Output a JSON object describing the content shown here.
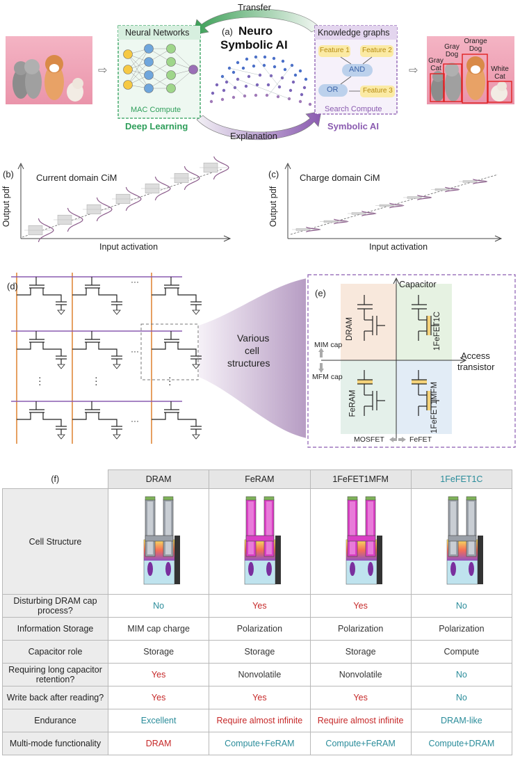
{
  "panel_a": {
    "label": "(a)",
    "title_line1": "Neuro",
    "title_line2": "Symbolic AI",
    "transfer": "Transfer",
    "explanation": "Explanation",
    "nn_title": "Neural Networks",
    "nn_sub": "MAC Compute",
    "dl_label": "Deep Learning",
    "kg_title": "Knowledge graphs",
    "kg_sub": "Search Compute",
    "sym_label": "Symbolic AI",
    "feature1": "Feature 1",
    "feature2": "Feature 2",
    "feature3": "Feature 3",
    "and": "AND",
    "or": "OR",
    "pet_labels": [
      "Gray Cat",
      "Gray Dog",
      "Orange Dog",
      "White Cat"
    ],
    "colors": {
      "green": "#2e9e5a",
      "purple": "#8a5bb0"
    }
  },
  "panel_b": {
    "label": "(b)",
    "title": "Current domain CiM",
    "ylabel": "Output pdf",
    "xlabel": "Input activation"
  },
  "panel_c": {
    "label": "(c)",
    "title": "Charge domain CiM",
    "ylabel": "Output pdf",
    "xlabel": "Input activation"
  },
  "panel_d": {
    "label": "(d)",
    "caption_line1": "Various",
    "caption_line2": "cell",
    "caption_line3": "structures",
    "ellipsis": "···"
  },
  "panel_e": {
    "label": "(e)",
    "capacitor": "Capacitor",
    "access_line1": "Access",
    "access_line2": "transistor",
    "mim": "MIM cap",
    "mfm": "MFM cap",
    "mosfet": "MOSFET",
    "fefet": "FeFET",
    "q_dram": "DRAM",
    "q_1fefet1c": "1FeFET1C",
    "q_feram": "FeRAM",
    "q_1fefet1mfm": "1FeFET1MFM"
  },
  "panel_f": {
    "label": "(f)",
    "columns": [
      "DRAM",
      "FeRAM",
      "1FeFET1MFM",
      "1FeFET1C"
    ],
    "rows": [
      {
        "name": "Cell Structure",
        "cells": []
      },
      {
        "name": "Disturbing DRAM cap process?",
        "cells": [
          "No",
          "Yes",
          "Yes",
          "No"
        ],
        "colors": [
          "teal",
          "red",
          "red",
          "teal"
        ]
      },
      {
        "name": "Information Storage",
        "cells": [
          "MIM cap charge",
          "Polarization",
          "Polarization",
          "Polarization"
        ],
        "colors": [
          "dark",
          "dark",
          "dark",
          "dark"
        ]
      },
      {
        "name": "Capacitor role",
        "cells": [
          "Storage",
          "Storage",
          "Storage",
          "Compute"
        ],
        "colors": [
          "dark",
          "dark",
          "dark",
          "dark"
        ]
      },
      {
        "name": "Requiring long capacitor retention?",
        "cells": [
          "Yes",
          "Nonvolatile",
          "Nonvolatile",
          "No"
        ],
        "colors": [
          "red",
          "dark",
          "dark",
          "teal"
        ]
      },
      {
        "name": "Write back after reading?",
        "cells": [
          "Yes",
          "Yes",
          "Yes",
          "No"
        ],
        "colors": [
          "red",
          "red",
          "red",
          "teal"
        ]
      },
      {
        "name": "Endurance",
        "cells": [
          "Excellent",
          "Require almost infinite",
          "Require almost infinite",
          "DRAM-like"
        ],
        "colors": [
          "teal",
          "red",
          "red",
          "teal"
        ]
      },
      {
        "name": "Multi-mode functionality",
        "cells": [
          "DRAM",
          "Compute+FeRAM",
          "Compute+FeRAM",
          "Compute+DRAM"
        ],
        "colors": [
          "red",
          "teal",
          "teal",
          "teal"
        ]
      }
    ]
  }
}
